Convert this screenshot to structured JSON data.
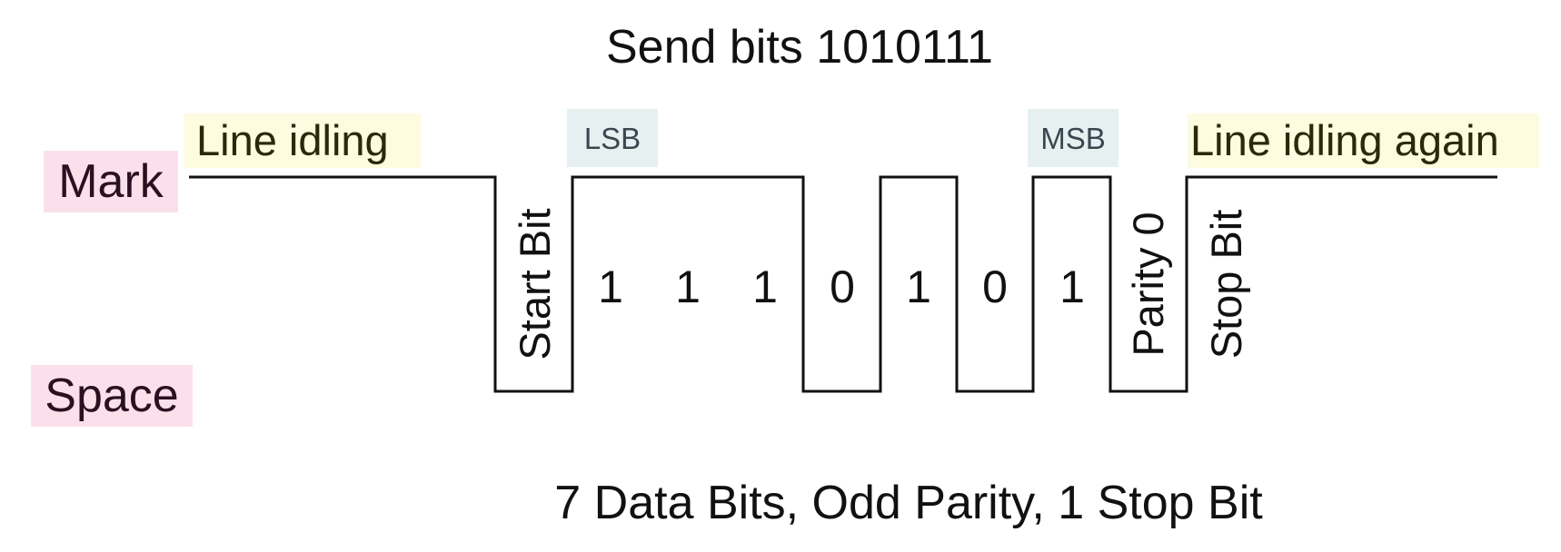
{
  "title": "Send bits 1010111",
  "subtitle": "7 Data Bits, Odd Parity, 1 Stop Bit",
  "levels": {
    "mark": "Mark",
    "space": "Space"
  },
  "idle": {
    "before": "Line idling",
    "after": "Line idling again"
  },
  "markers": {
    "lsb": "LSB",
    "msb": "MSB"
  },
  "frame": {
    "start_bit_label": "Start Bit",
    "data_bits": [
      "1",
      "1",
      "1",
      "0",
      "1",
      "0",
      "1"
    ],
    "parity_label": "Parity 0",
    "stop_bit_label": "Stop Bit"
  },
  "colors": {
    "level_label_bg": "#fbe0ec",
    "idle_label_bg": "#fdfbe0",
    "bit_marker_bg": "#e6f0f0",
    "signal_line": "#111111"
  }
}
